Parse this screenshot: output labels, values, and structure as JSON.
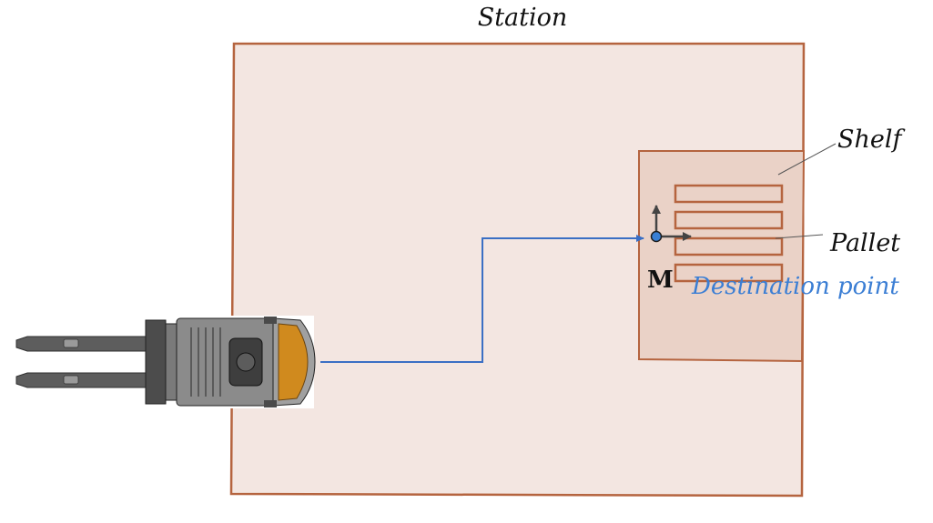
{
  "labels": {
    "station": "Station",
    "shelf": "Shelf",
    "pallet": "Pallet",
    "marker": "M",
    "destination": "Destination point"
  },
  "colors": {
    "station_fill": "#f3e6e1",
    "station_stroke": "#b5643f",
    "shelf_fill": "#ead2c7",
    "pallet_stroke": "#b5643f",
    "path": "#3a6fc4",
    "destination_text": "#3b7ed4",
    "axis": "#444444",
    "forklift_body": "#6b6b6b",
    "forklift_accent": "#d08a1e"
  },
  "icons": {
    "forklift": "forklift-icon",
    "destination": "destination-point-icon"
  }
}
